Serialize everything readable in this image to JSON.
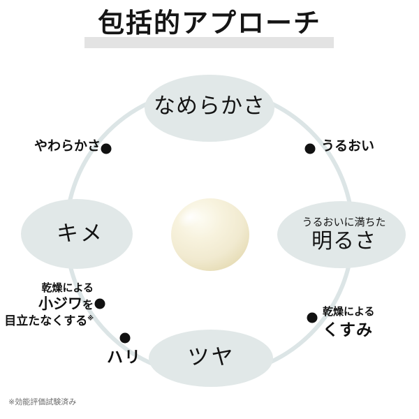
{
  "page": {
    "title": "包括的アプローチ",
    "footnote": "※効能評価試験済み",
    "background_color": "#ffffff",
    "title_highlight_color": "#e3e3e3"
  },
  "diagram": {
    "ring_color": "#dce5e6",
    "ellipse_fill": "#e1e8e8",
    "dot_color": "#111111",
    "center_blob": {
      "name": "cream-droplet",
      "color_light": "#fbfaee",
      "color_mid": "#f4efd6",
      "color_shadow": "#e8dfb9"
    },
    "ellipses": [
      {
        "key": "smoothness",
        "label": "なめらかさ",
        "position": "top"
      },
      {
        "key": "texture",
        "label": "キメ",
        "position": "left"
      },
      {
        "key": "brightness",
        "label_sub": "うるおいに満ちた",
        "label_main": "明るさ",
        "position": "right"
      },
      {
        "key": "glow",
        "label": "ツヤ",
        "position": "bottom"
      }
    ],
    "bullets": [
      {
        "key": "softness",
        "label": "やわらかさ",
        "side": "left"
      },
      {
        "key": "moisture",
        "label": "うるおい",
        "side": "right"
      },
      {
        "key": "fine-lines",
        "line1": "乾燥による",
        "line2_a": "小ジワ",
        "line2_b": "を",
        "line3": "目立たなくする",
        "line3_mark": "※",
        "side": "left"
      },
      {
        "key": "dullness",
        "line1": "乾燥による",
        "line2": "くすみ",
        "side": "right"
      },
      {
        "key": "firmness",
        "label": "ハリ",
        "side": "bottom-left"
      }
    ]
  }
}
